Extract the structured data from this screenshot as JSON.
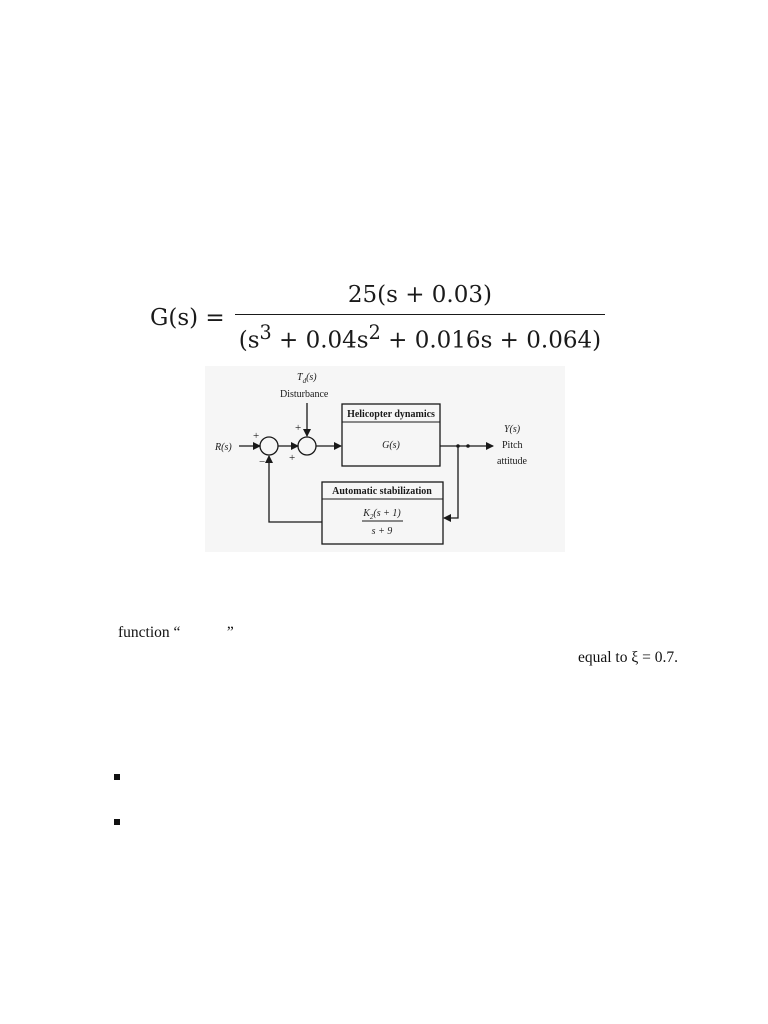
{
  "equation": {
    "lhs": "G(s) =",
    "numerator": "25(s + 0.03)",
    "denominator_parts": [
      "(s",
      "3",
      " + 0.04s",
      "2",
      " + 0.016s + 0.064)"
    ]
  },
  "diagram": {
    "disturbance_symbol": "T",
    "disturbance_subscript": "d",
    "disturbance_arg": "(s)",
    "disturbance_label": "Disturbance",
    "input_label": "R(s)",
    "plant_title": "Helicopter dynamics",
    "plant_tf": "G(s)",
    "output_symbol": "Y(s)",
    "output_label_1": "Pitch",
    "output_label_2": "attitude",
    "feedback_title": "Automatic stabilization",
    "feedback_num_k": "K",
    "feedback_num_sub": "2",
    "feedback_num_rest": "(s + 1)",
    "feedback_den": "s + 9",
    "signs": {
      "sum1_top": "+",
      "sum1_bottom": "−",
      "sum2_top": "+",
      "sum2_bottom": "+"
    }
  },
  "text": {
    "line1": "function “            ”",
    "line2": "equal to ξ = 0.7."
  },
  "bullets": [
    "",
    ""
  ]
}
